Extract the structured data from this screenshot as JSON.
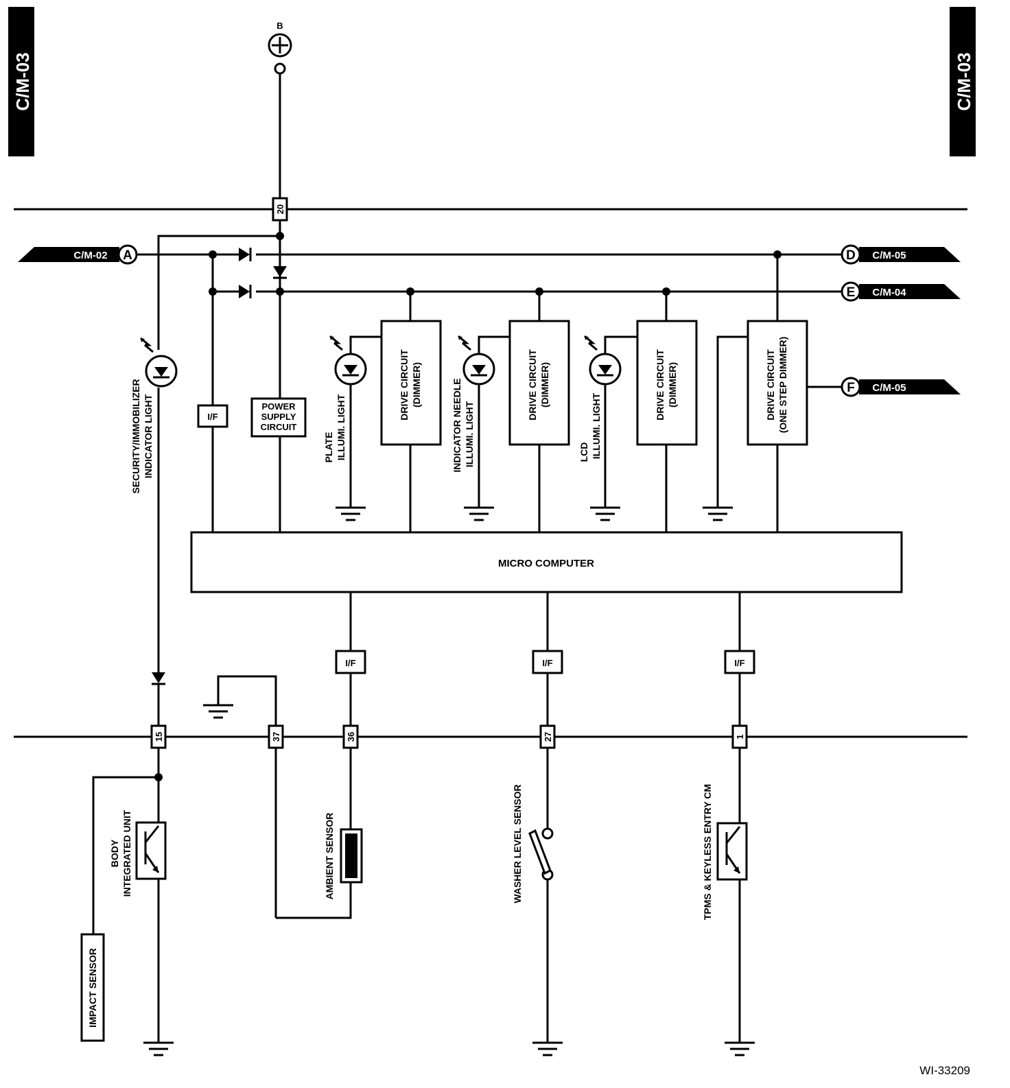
{
  "page_tags": {
    "left": "C/M-03",
    "right": "C/M-03"
  },
  "power": {
    "label": "B"
  },
  "connectors": {
    "a": {
      "letter": "A",
      "ref": "C/M-02"
    },
    "d": {
      "letter": "D",
      "ref": "C/M-05"
    },
    "e": {
      "letter": "E",
      "ref": "C/M-04"
    },
    "f": {
      "letter": "F",
      "ref": "C/M-05"
    }
  },
  "terminals": {
    "t20": "20",
    "t15": "15",
    "t37": "37",
    "t36": "36",
    "t27": "27",
    "t1": "1"
  },
  "blocks": {
    "if": "I/F",
    "power_supply": [
      "POWER",
      "SUPPLY",
      "CIRCUIT"
    ],
    "micro_computer": "MICRO COMPUTER",
    "drive_dimmer": [
      "DRIVE CIRCUIT",
      "(DIMMER)"
    ],
    "drive_one_step": [
      "DRIVE CIRCUIT",
      "(ONE STEP DIMMER)"
    ]
  },
  "lamps": {
    "security": [
      "SECURITY/IMMOBILIZER",
      "INDICATOR LIGHT"
    ],
    "plate": [
      "PLATE",
      "ILLUMI. LIGHT"
    ],
    "needle": [
      "INDICATOR NEEDLE",
      "ILLUMI. LIGHT"
    ],
    "lcd": [
      "LCD",
      "ILLUMI. LIGHT"
    ]
  },
  "devices": {
    "body": [
      "BODY",
      "INTEGRATED UNIT"
    ],
    "impact": "IMPACT SENSOR",
    "ambient": "AMBIENT SENSOR",
    "washer": "WASHER LEVEL SENSOR",
    "tpms": "TPMS & KEYLESS ENTRY CM"
  },
  "figure_id": "WI-33209"
}
